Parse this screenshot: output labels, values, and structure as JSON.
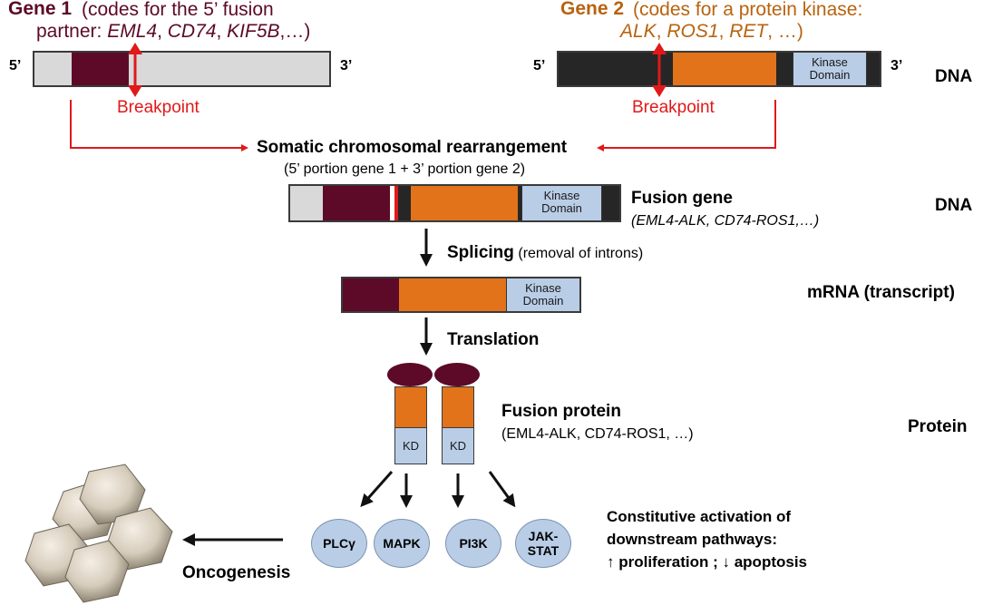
{
  "gene1": {
    "title": "Gene 1",
    "desc1": "(codes for the 5’ fusion",
    "desc2_prefix": "partner:",
    "desc2_examples": "EML4",
    "desc2_sep1": ",",
    "desc2_ex2": "CD74",
    "desc2_sep2": ",",
    "desc2_ex3": "KIF5B",
    "desc2_suffix": ",…)",
    "five_prime": "5’",
    "three_prime": "3’",
    "breakpoint": "Breakpoint"
  },
  "gene2": {
    "title": "Gene 2",
    "desc1": "(codes for a protein kinase:",
    "ex1": "ALK",
    "ex2": "ROS1",
    "ex3": "RET",
    "desc2_suffix": ", …)",
    "five_prime": "5’",
    "three_prime": "3’",
    "kinase_domain_line1": "Kinase",
    "kinase_domain_line2": "Domain",
    "breakpoint": "Breakpoint"
  },
  "levels": {
    "dna": "DNA",
    "dna2": "DNA",
    "mrna": "mRNA (transcript)",
    "protein": "Protein"
  },
  "rearrangement": {
    "title": "Somatic chromosomal rearrangement",
    "subtitle": "(5’ portion gene 1 + 3’ portion gene 2)"
  },
  "fusion_gene": {
    "title": "Fusion gene",
    "examples": "(EML4-ALK, CD74-ROS1,…)",
    "kinase_line1": "Kinase",
    "kinase_line2": "Domain"
  },
  "splicing": {
    "label_bold": "Splicing",
    "label_rest": "(removal of introns)"
  },
  "mrna": {
    "kinase_line1": "Kinase",
    "kinase_line2": "Domain"
  },
  "translation": {
    "label": "Translation"
  },
  "fusion_protein": {
    "title": "Fusion protein",
    "examples": "(EML4-ALK, CD74-ROS1, …)",
    "kd_left": "KD",
    "kd_right": "KD"
  },
  "pathways": [
    {
      "line1": "PLCγ",
      "line2": ""
    },
    {
      "line1": "MAPK",
      "line2": ""
    },
    {
      "line1": "PI3K",
      "line2": ""
    },
    {
      "line1": "JAK-",
      "line2": "STAT"
    }
  ],
  "activation": {
    "line1": "Constitutive activation of",
    "line2": "downstream pathways:",
    "line3": "↑ proliferation ; ↓ apoptosis"
  },
  "oncogenesis": {
    "label": "Oncogenesis"
  },
  "colors": {
    "maroon": "#5c0a28",
    "orange": "#e2731a",
    "kinase_blue": "#b9cde6",
    "gray": "#d9d9d9",
    "dark": "#262626",
    "red": "#e0191a",
    "gene2_text": "#b8630f"
  }
}
